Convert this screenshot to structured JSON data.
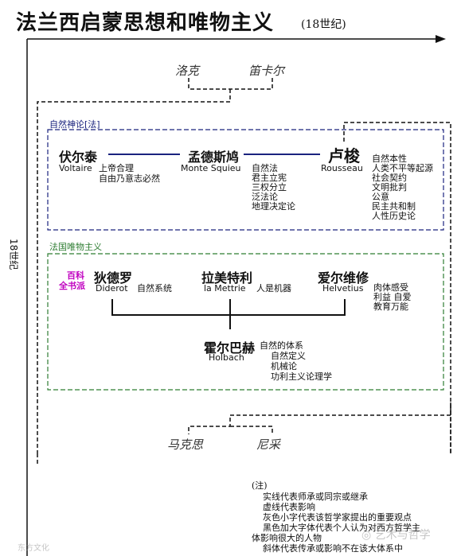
{
  "header": {
    "title": "法兰西启蒙思想和唯物主义",
    "subtitle": "(18世纪)"
  },
  "timeline_label": "18世纪",
  "predecessors": [
    "洛克",
    "笛卡尔"
  ],
  "group_deism": {
    "label": "自然神论[法]",
    "voltaire": {
      "cn": "伏尔泰",
      "en": "Voltaire",
      "ideas": [
        "上帝合理",
        "自由乃意志必然"
      ]
    },
    "montesquieu": {
      "cn": "孟德斯鸠",
      "en": "Monte Squieu",
      "ideas": [
        "自然法",
        "君主立宪",
        "三权分立",
        "泛法论",
        "地理决定论"
      ]
    },
    "rousseau": {
      "cn": "卢梭",
      "en": "Rousseau",
      "ideas": [
        "自然本性",
        "人类不平等起源",
        "社会契约",
        "文明批判",
        "公意",
        "民主共和制",
        "人性历史论"
      ]
    }
  },
  "group_materialism": {
    "label": "法国唯物主义",
    "encyclopedists": [
      "百科",
      "全书派"
    ],
    "diderot": {
      "cn": "狄德罗",
      "en": "Diderot",
      "ideas": [
        "自然系统"
      ]
    },
    "lamettrie": {
      "cn": "拉美特利",
      "en": "la Mettrie",
      "ideas": [
        "人是机器"
      ]
    },
    "helvetius": {
      "cn": "爱尔维修",
      "en": "Helvetius",
      "ideas": [
        "肉体感受",
        "利益 自爱",
        "教育万能"
      ]
    },
    "holbach": {
      "cn": "霍尔巴赫",
      "en": "Holbach",
      "ideas": [
        "自然的体系",
        "自然定义",
        "机械论",
        "功利主义论理学"
      ]
    }
  },
  "successors": [
    "马克思",
    "尼采"
  ],
  "notes": {
    "heading": "(注)",
    "lines": [
      "实线代表师承或同宗或继承",
      "虚线代表影响",
      "灰色小字代表该哲学家提出的重要观点",
      "黑色加大字体代表个人认为对西方哲学主",
      "体影响很大的人物",
      "斜体代表传承或影响不在该大体系中"
    ]
  },
  "watermarks": [
    "艺术与哲学",
    "东方文化"
  ],
  "colors": {
    "deism_border": "#1a237e",
    "materialism_border": "#2e7d32",
    "encyclopedists": "#c000c0"
  }
}
